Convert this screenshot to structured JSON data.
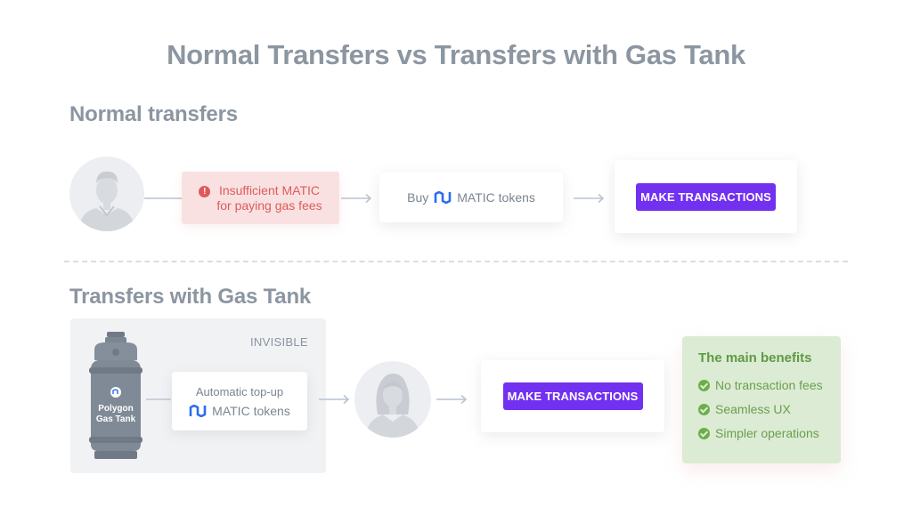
{
  "title": "Normal Transfers vs Transfers with Gas Tank",
  "normal": {
    "heading": "Normal transfers",
    "warning_line1": "Insufficient MATIC",
    "warning_line2": "for paying gas fees",
    "buy_prefix": "Buy",
    "buy_suffix": "MATIC tokens",
    "action_label": "MAKE TRANSACTIONS"
  },
  "gas_tank": {
    "heading": "Transfers with Gas Tank",
    "invisible_label": "INVISIBLE",
    "tank_line1": "Polygon",
    "tank_line2": "Gas Tank",
    "topup_line1": "Automatic top-up",
    "topup_line2": "MATIC tokens",
    "action_label": "MAKE TRANSACTIONS"
  },
  "benefits": {
    "title": "The main benefits",
    "items": [
      "No transaction fees",
      "Seamless UX",
      "Simpler operations"
    ]
  },
  "colors": {
    "accent": "#7230f0",
    "warning": "#e05a5a",
    "success": "#6cae4a",
    "polygon": "#2b6def"
  },
  "icons": [
    "user-male-icon",
    "alert-icon",
    "polygon-logo-icon",
    "arrow-right-icon",
    "gas-tank-icon",
    "user-female-icon",
    "check-circle-icon"
  ]
}
